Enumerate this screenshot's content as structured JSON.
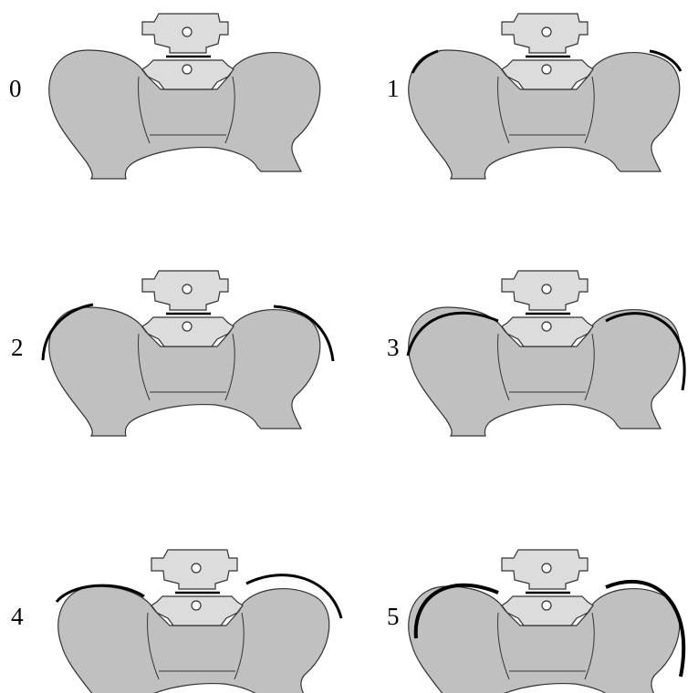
{
  "figure": {
    "panels": [
      {
        "label": "0"
      },
      {
        "label": "1"
      },
      {
        "label": "2"
      },
      {
        "label": "3"
      },
      {
        "label": "4"
      },
      {
        "label": "5"
      }
    ]
  },
  "colors": {
    "bone": "#c0c0c0",
    "vertebra": "#dcdcdc",
    "outline": "#333333",
    "arc": "#000000",
    "background": "#ffffff"
  }
}
